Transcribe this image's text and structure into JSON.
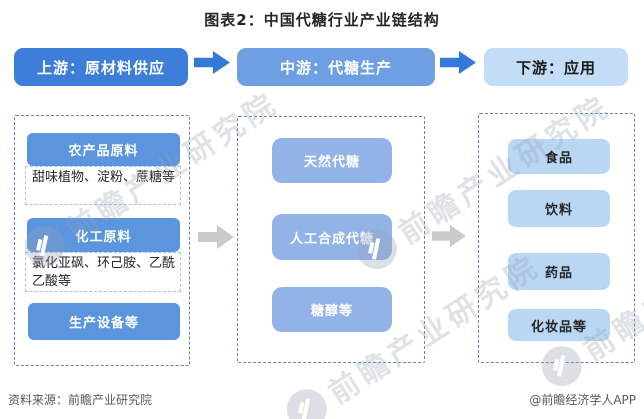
{
  "title": "图表2：中国代糖行业产业链结构",
  "stages": [
    {
      "label": "上游：原材料供应"
    },
    {
      "label": "中游：代糖生产"
    },
    {
      "label": "下游：应用"
    }
  ],
  "upstream": {
    "groups": [
      {
        "header": "农产品原料",
        "detail": "甜味植物、淀粉、蔗糖等"
      },
      {
        "header": "化工原料",
        "detail": "氯化亚砜、环己胺、乙酰乙酸等"
      },
      {
        "header": "生产设备等"
      }
    ]
  },
  "midstream": {
    "items": [
      "天然代糖",
      "人工合成代糖",
      "糖醇等"
    ]
  },
  "downstream": {
    "items": [
      "食品",
      "饮料",
      "药品",
      "化妆品等"
    ]
  },
  "footer": {
    "source": "资料来源：前瞻产业研究院",
    "credit": "@前瞻经济学人APP"
  },
  "watermark": {
    "text": "前瞻产业研究院"
  },
  "colors": {
    "stage1-bg": "#3d7ed9",
    "stage2-bg": "#6d9fe2",
    "stage3-bg": "#c4ddf6",
    "flow-arrow": "#3279d8",
    "upstream-item-bg": "#5b95de",
    "midstream-item-bg": "#93b3e8",
    "downstream-item-bg": "#b9d6f3",
    "gray-arrow": "#c8cbce",
    "dashed-border": "#6687a5",
    "detail-border": "#a3c3ea",
    "footer-text": "#595959"
  }
}
